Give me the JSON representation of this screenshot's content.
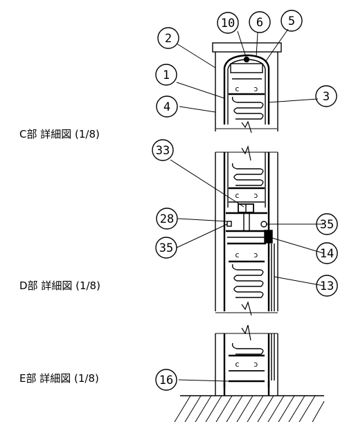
{
  "captions": {
    "c": "C部 詳細図 (1/8)",
    "d": "D部 詳細図 (1/8)",
    "e": "E部 詳細図 (1/8)"
  },
  "callouts": {
    "n1": "1",
    "n2": "2",
    "n3": "3",
    "n4": "4",
    "n5": "5",
    "n6": "6",
    "n10": "10",
    "n13": "13",
    "n14": "14",
    "n16": "16",
    "n28": "28",
    "n33": "33",
    "n35a": "35",
    "n35b": "35"
  },
  "colors": {
    "line": "#000000",
    "background": "#ffffff"
  }
}
